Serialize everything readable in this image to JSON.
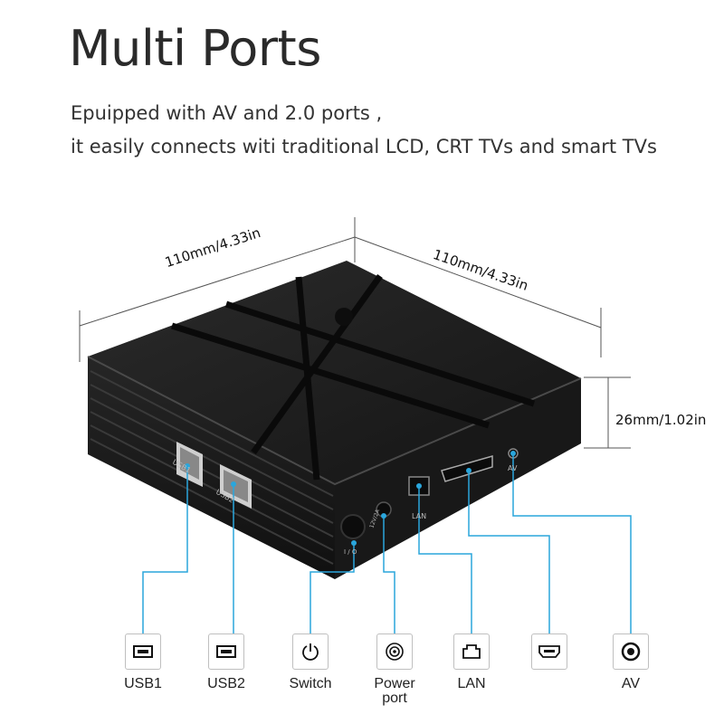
{
  "heading": {
    "title": "Multi Ports",
    "line1": "Epuipped with AV and 2.0 ports ,",
    "line2": "it easily connects witi traditional LCD, CRT TVs and smart TVs"
  },
  "dimensions": {
    "width_left": "110mm/4.33in",
    "width_right": "110mm/4.33in",
    "height": "26mm/1.02in"
  },
  "device_labels": {
    "usb1": "USB1",
    "usb2": "USB2",
    "lan": "LAN",
    "av": "AV",
    "power": "12V/2A",
    "switch": "I / O"
  },
  "ports": [
    {
      "label": "USB1",
      "icon": "usb-icon"
    },
    {
      "label": "USB2",
      "icon": "usb-icon"
    },
    {
      "label": "Switch",
      "icon": "power-switch-icon"
    },
    {
      "label": "Power port",
      "icon": "power-port-icon"
    },
    {
      "label": "LAN",
      "icon": "lan-icon"
    },
    {
      "label": "HDMI",
      "icon": "hdmi-icon",
      "label_visible": false
    },
    {
      "label": "AV",
      "icon": "av-icon"
    }
  ],
  "colors": {
    "accent_line": "#2aa6dc",
    "device_body": "#1c1c1c"
  }
}
